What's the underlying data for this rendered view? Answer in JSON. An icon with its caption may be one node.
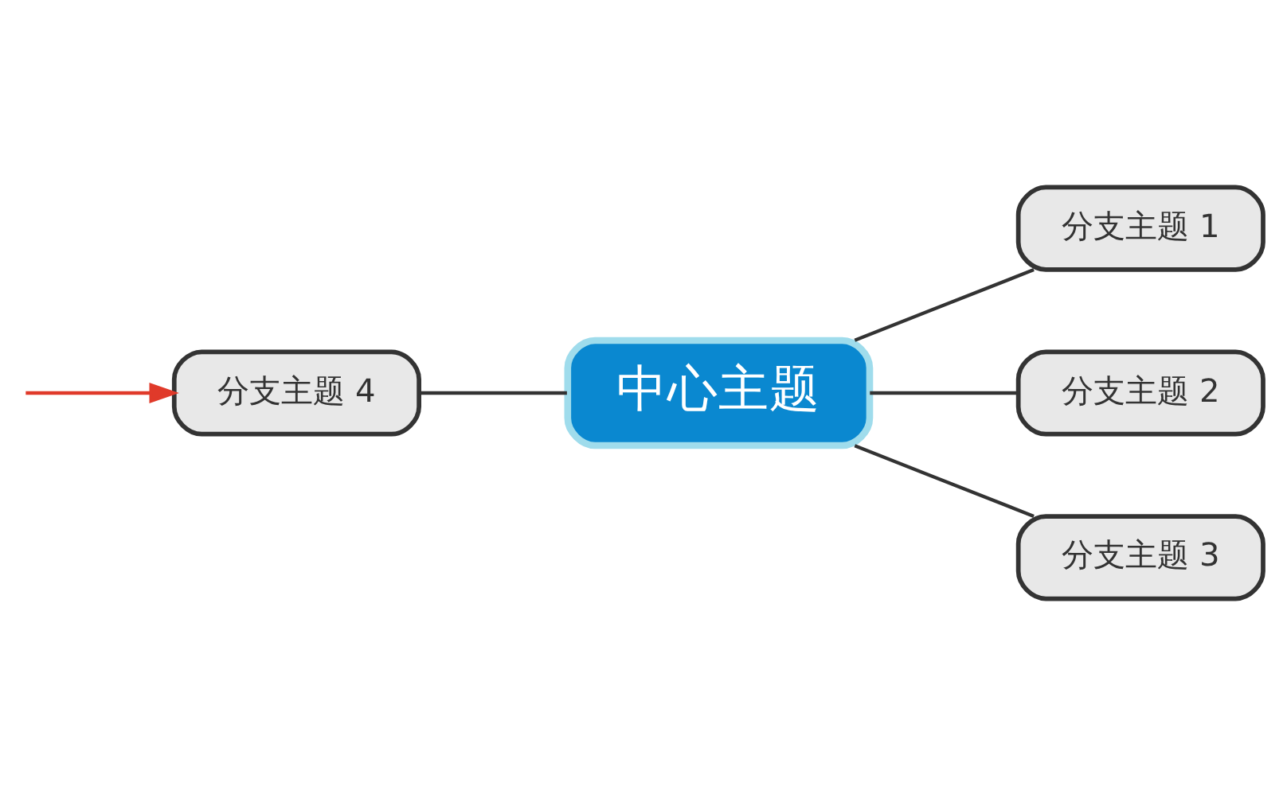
{
  "diagram": {
    "nodes": [
      {
        "text": [
          "中心主题"
        ]
      },
      {
        "text": [
          "分支主题 1"
        ]
      },
      {
        "text": [
          "分支主题 2"
        ]
      },
      {
        "text": [
          "分支主题 3"
        ]
      },
      {
        "text": [
          "分支主题 4"
        ]
      }
    ],
    "edges": [
      {
        "from": 0,
        "to": 1,
        "arrow": "none"
      },
      {
        "from": 0,
        "to": 2,
        "arrow": "none"
      },
      {
        "from": 0,
        "to": 3,
        "arrow": "none"
      },
      {
        "from": 4,
        "to": 0,
        "arrow": "none"
      },
      {
        "from": null,
        "to": 4,
        "arrow": "to",
        "color": "#e03a2a"
      }
    ]
  }
}
